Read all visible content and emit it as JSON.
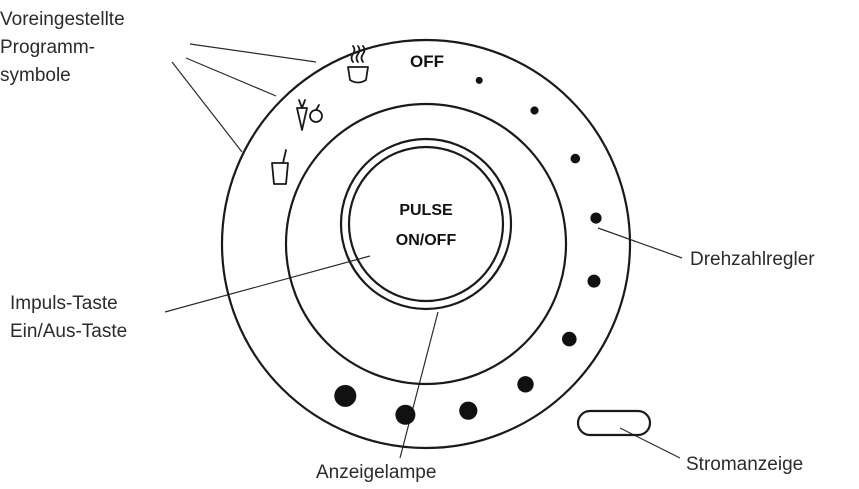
{
  "labels": {
    "preset_line1": "Voreingestellte",
    "preset_line2": "Programm-",
    "preset_line3": "symbole",
    "speed_dial": "Drehzahlregler",
    "pulse_line1": "Impuls-Taste",
    "pulse_line2": "Ein/Aus-Taste",
    "indicator_lamp": "Anzeigelampe",
    "power_indicator": "Stromanzeige"
  },
  "dial": {
    "off_label": "OFF",
    "button_line1": "PULSE",
    "button_line2": "ON/OFF"
  },
  "icons": [
    "soup-icon",
    "vegetables-fruit-icon",
    "smoothie-cup-icon"
  ],
  "speed_steps": 10
}
